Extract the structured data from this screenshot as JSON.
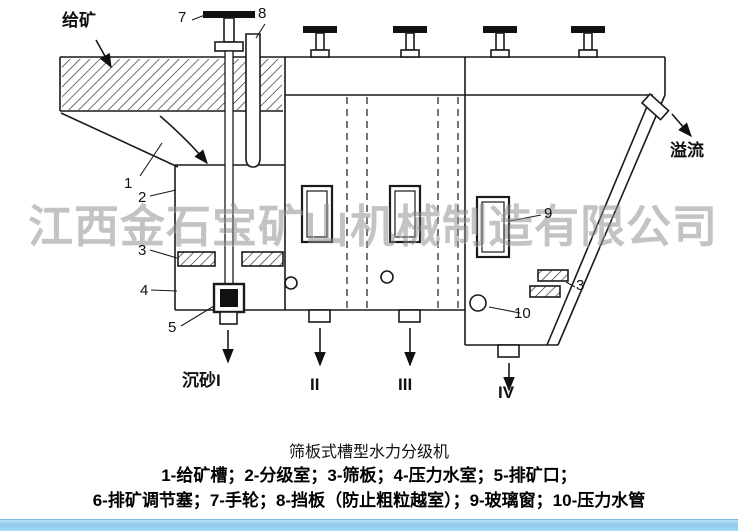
{
  "diagram": {
    "labels": {
      "feed": "给矿",
      "overflow": "溢流",
      "sink1": "沉砂I",
      "sink2": "II",
      "sink3": "III",
      "sink4": "IV"
    },
    "parts": {
      "n1": "1",
      "n2": "2",
      "n3": "3",
      "n4": "4",
      "n5": "5",
      "n7": "7",
      "n8": "8",
      "n9": "9",
      "n10": "10",
      "n3r": "3"
    },
    "watermark": "江西金石宝矿山机械制造有限公司"
  },
  "caption": {
    "title": "筛板式槽型水力分级机",
    "legend_line1": "1-给矿槽；2-分级室；3-筛板；4-压力水室；5-排矿口；",
    "legend_line2": "6-排矿调节塞；7-手轮；8-挡板（防止粗粒越室）；9-玻璃窗；10-压力水管"
  }
}
